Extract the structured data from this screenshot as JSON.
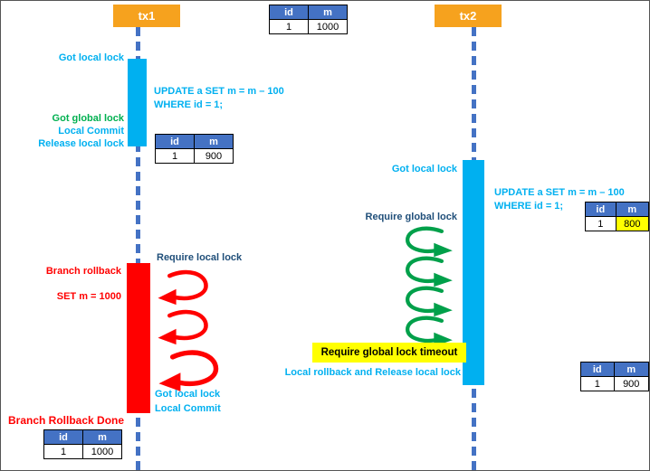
{
  "colors": {
    "actor_bg": "#F6A21E",
    "bar_cyan": "#00B0F0",
    "bar_red": "#FF0000",
    "lifeline_blue": "#4472C4",
    "table_header_bg": "#4472C4",
    "text_cyan": "#00B0F0",
    "text_green": "#00B050",
    "text_navy": "#1F4E79",
    "text_red": "#FF0000",
    "highlight_yellow": "#FFFF00",
    "arrow_green": "#00A04A",
    "arrow_red": "#FF0000"
  },
  "actors": {
    "tx1": "tx1",
    "tx2": "tx2"
  },
  "icons": {
    "red_loop_arrow": "loop-arrow-left",
    "green_loop_arrow": "loop-arrow-right"
  },
  "tables": {
    "initial": {
      "headers": [
        "id",
        "m"
      ],
      "row": [
        "1",
        "1000"
      ]
    },
    "tx1_after_commit": {
      "headers": [
        "id",
        "m"
      ],
      "row": [
        "1",
        "900"
      ]
    },
    "tx2_undo_image": {
      "headers": [
        "id",
        "m"
      ],
      "row": [
        "1",
        "800"
      ]
    },
    "tx2_after_rollback": {
      "headers": [
        "id",
        "m"
      ],
      "row": [
        "1",
        "900"
      ]
    },
    "final_after_branch_rollback": {
      "headers": [
        "id",
        "m"
      ],
      "row": [
        "1",
        "1000"
      ]
    }
  },
  "tx1": {
    "got_local_lock": "Got local lock",
    "update_sql_1": "UPDATE a SET m = m – 100",
    "update_sql_2": "WHERE id = 1;",
    "got_global_lock": "Got global lock",
    "local_commit": "Local Commit",
    "release_local_lock": "Release local lock",
    "require_local_lock": "Require local lock",
    "branch_rollback": "Branch rollback",
    "set_m_1000": "SET m = 1000",
    "got_local_lock_again": "Got local lock",
    "local_commit_again": "Local Commit",
    "branch_rollback_done": "Branch Rollback Done"
  },
  "tx2": {
    "got_local_lock": "Got local lock",
    "update_sql_1": "UPDATE a SET m = m – 100",
    "update_sql_2": "WHERE id = 1;",
    "require_global_lock": "Require global lock",
    "require_global_lock_timeout": "Require global lock timeout",
    "local_rollback_release": "Local rollback and Release local lock"
  }
}
